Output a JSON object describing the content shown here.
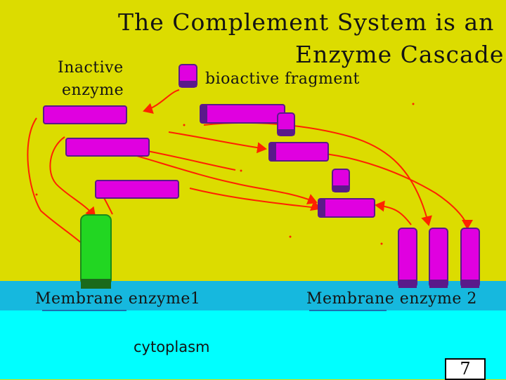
{
  "title_line1": "The Complement System is an",
  "title_line2": "Enzyme Cascade",
  "labels": {
    "inactive_line1": "Inactive",
    "inactive_line2": "enzyme",
    "bioactive": "bioactive fragment",
    "membrane1": "Membrane enzyme1",
    "membrane2": "Membrane enzyme 2",
    "cytoplasm": "cytoplasm"
  },
  "page_number": "7",
  "colors": {
    "background": "#dcdc00",
    "enzyme": "#e000e0",
    "enzyme_edge": "#5a1a8a",
    "membrane_enzyme1": "#22d622",
    "arrow": "#ff2200",
    "membrane": "#16b8de",
    "cytoplasm": "#00ffff"
  }
}
